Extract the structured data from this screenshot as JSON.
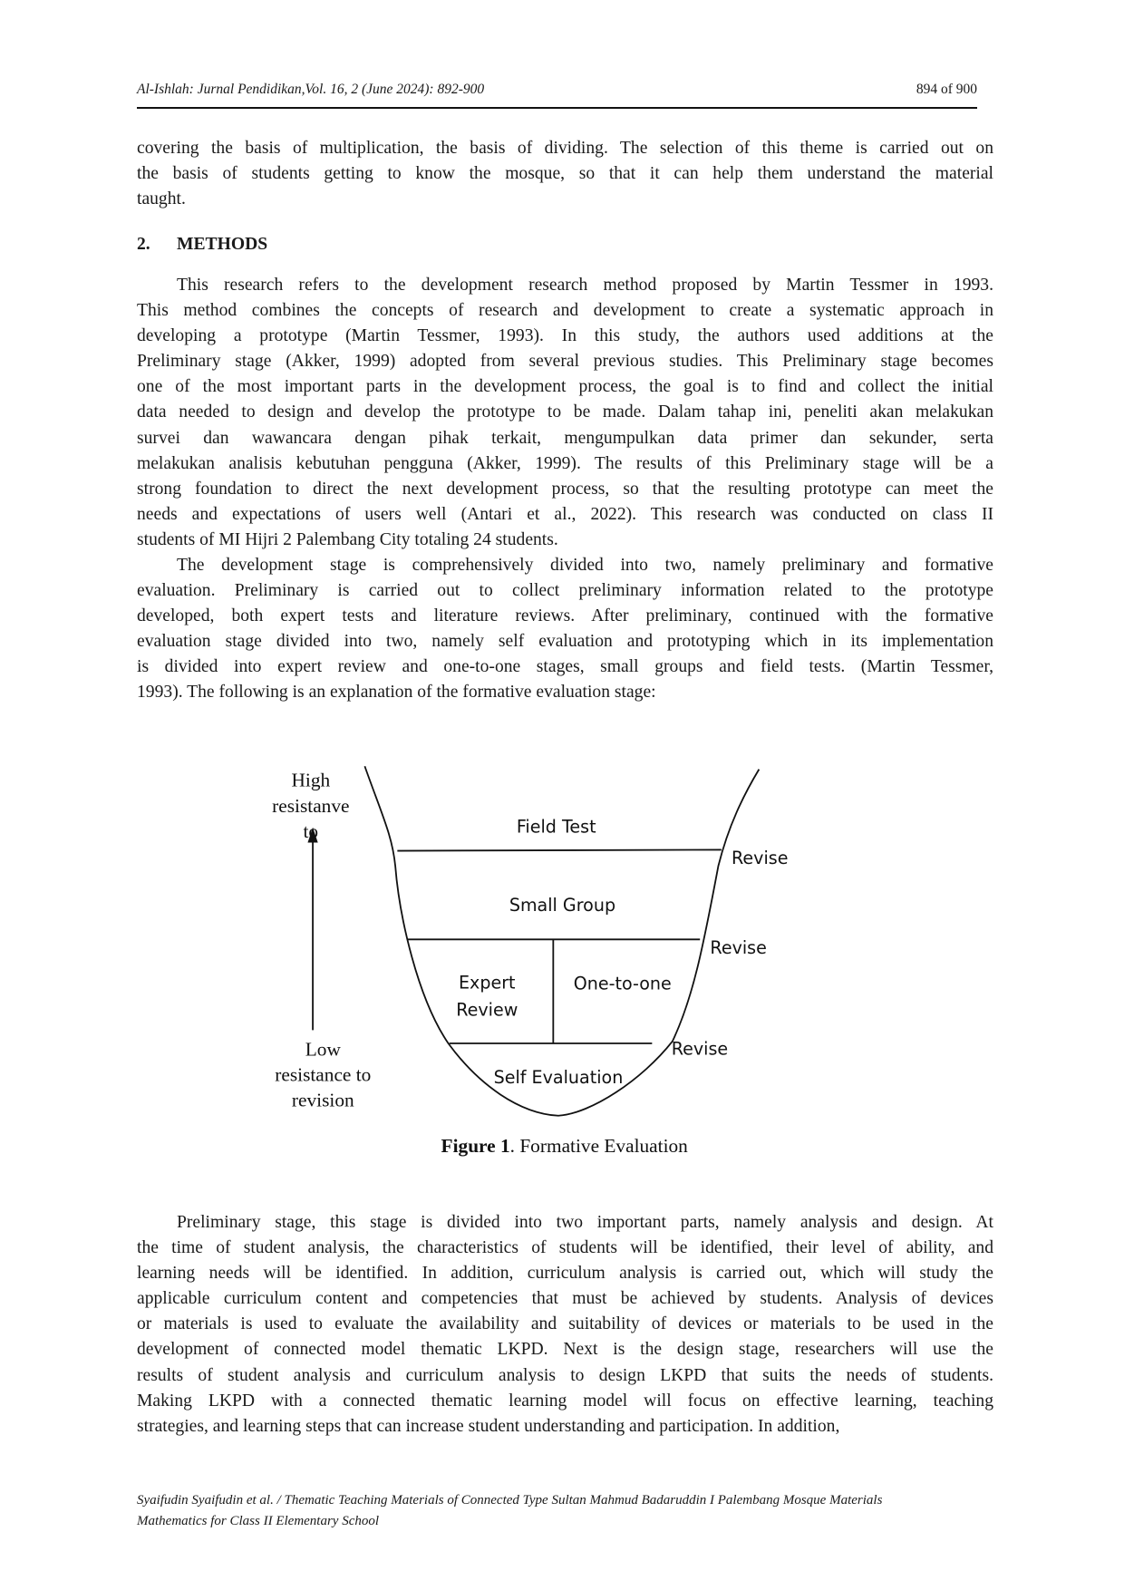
{
  "header": {
    "journal": "Al-Ishlah: Jurnal Pendidikan,Vol. 16, 2 (June 2024): 892-900",
    "page": "894 of 900"
  },
  "paragraph1": [
    "covering the basis of multiplication, the basis of dividing. The selection of this theme is carried out on",
    "the basis of students getting to know the mosque, so that it can help them understand the material",
    "taught."
  ],
  "section": {
    "number": "2.",
    "title": "METHODS"
  },
  "paragraph2": [
    "This research refers to the development research method proposed by Martin Tessmer in 1993.",
    "This method combines the concepts of research and development to create a systematic approach in",
    "developing a prototype (Martin Tessmer, 1993). In this study, the authors used additions at the",
    "Preliminary stage (Akker, 1999) adopted from several previous studies. This Preliminary stage becomes",
    "one of the most important parts in the development process, the goal is to find and collect the initial",
    "data needed to design and develop the prototype to be made. Dalam tahap ini, peneliti akan melakukan",
    "survei dan wawancara dengan pihak terkait, mengumpulkan data primer dan sekunder, serta",
    "melakukan analisis kebutuhan pengguna (Akker, 1999).  The results of this Preliminary stage will be a",
    "strong foundation to direct the next development process, so that the resulting prototype can meet the",
    "needs and expectations of users well (Antari et al., 2022). This research was conducted on class II",
    "students of MI Hijri 2 Palembang City totaling 24 students."
  ],
  "paragraph3": [
    "The development stage is comprehensively divided into two, namely preliminary and formative",
    "evaluation. Preliminary is carried out to collect preliminary information related to the prototype",
    "developed, both expert tests and literature reviews. After preliminary, continued with the formative",
    "evaluation stage divided into two, namely self evaluation and prototyping which in its implementation",
    "is divided into expert review and one-to-one stages, small groups and field tests. (Martin Tessmer,",
    "1993). The following is an explanation of the formative evaluation stage:"
  ],
  "figure": {
    "high_label": [
      "High",
      "resistanve",
      "to"
    ],
    "low_label": [
      "Low",
      "resistance to",
      "revision"
    ],
    "field_test": "Field Test",
    "small_group": "Small Group",
    "expert_review": [
      "Expert",
      "Review"
    ],
    "one_to_one": "One-to-one",
    "self_evaluation": "Self Evaluation",
    "revise": [
      "Revise",
      "Revise",
      "Revise"
    ],
    "caption_bold": "Figure 1",
    "caption_text": ". Formative Evaluation"
  },
  "paragraph4": [
    "Preliminary stage, this stage is divided into two important parts, namely analysis and design. At",
    "the time of student analysis, the characteristics of students will be identified, their level of ability, and",
    "learning needs will be identified. In addition, curriculum analysis is carried out, which will study the",
    "applicable curriculum content and competencies that must be achieved by students. Analysis of devices",
    "or materials is used to evaluate the availability and suitability of devices or materials to be used in the",
    "development of connected model thematic LKPD. Next is the design stage, researchers will use the",
    "results of student analysis and curriculum analysis to design LKPD that suits the needs of students.",
    "Making LKPD with a connected thematic learning model will focus on effective learning, teaching",
    "strategies, and learning steps that can increase student understanding and participation. In addition,"
  ],
  "footer": [
    "Syaifudin Syaifudin et al.  / Thematic Teaching Materials of Connected Type Sultan Mahmud Badaruddin I Palembang Mosque Materials",
    "Mathematics for Class II Elementary School"
  ]
}
